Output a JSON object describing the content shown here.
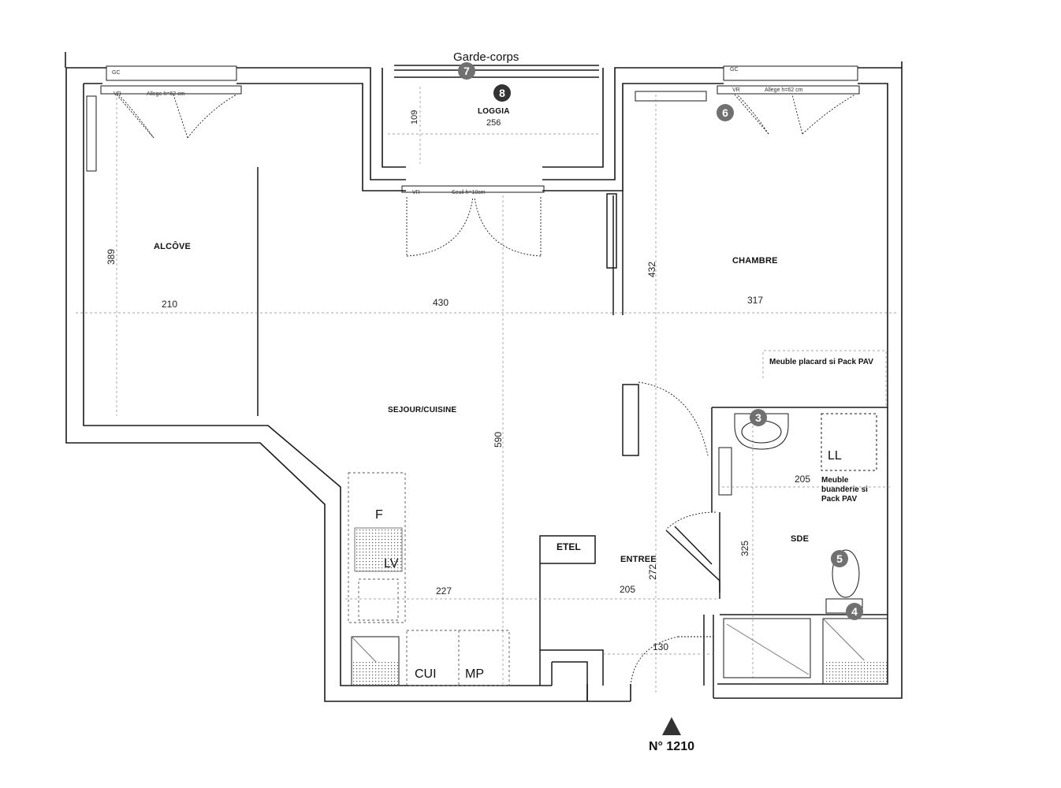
{
  "plan": {
    "garde_corps": "Garde-corps",
    "rooms": {
      "loggia": "LOGGIA",
      "alcove": "ALCÔVE",
      "chambre": "CHAMBRE",
      "sejour": "SEJOUR/CUISINE",
      "entree": "ENTREE",
      "sde": "SDE"
    },
    "dimensions": {
      "loggia_width": "256",
      "loggia_depth": "109",
      "alcove_width": "210",
      "alcove_height": "389",
      "sejour_width": "430",
      "chambre_width": "317",
      "chambre_height": "432",
      "sejour_height": "590",
      "entree_height": "272",
      "sde_width": "205",
      "sde_height": "325",
      "kitchen_width": "227",
      "entree_width": "205",
      "corridor_width": "130"
    },
    "window_labels": {
      "gc_left": "GC",
      "gc_right": "GC",
      "vr_left": "VR",
      "vr_mid": "VR",
      "vr_right": "VR",
      "allege_left": "Allege h=62 cm",
      "allege_right": "Allege h=62 cm",
      "seuil": "Seuil h=10cm"
    },
    "fixtures": {
      "fridge": "F",
      "dishwasher": "LV",
      "cuisine": "CUI",
      "mp": "MP",
      "etel": "ETEL",
      "ll": "LL"
    },
    "notes": {
      "placard": "Meuble placard si Pack PAV",
      "buanderie_1": "Meuble",
      "buanderie_2": "buanderie si",
      "buanderie_3": "Pack PAV"
    },
    "markers": [
      "3",
      "4",
      "5",
      "6",
      "7",
      "8"
    ],
    "lot_number": "N° 1210",
    "north_icon": "triangle-up-icon",
    "colors": {
      "wall": "#1a1a1a",
      "marker": "#707070",
      "line": "#333333"
    }
  }
}
